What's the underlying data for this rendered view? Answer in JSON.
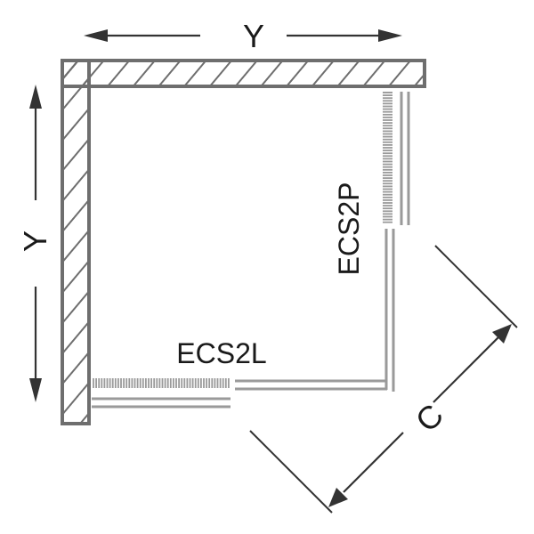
{
  "diagram": {
    "type": "corner shower enclosure plan view",
    "dimensions": {
      "top_width_label": "Y",
      "left_depth_label": "Y",
      "diagonal_label": "C"
    },
    "panels": [
      {
        "id": "left",
        "label": "ECS2L"
      },
      {
        "id": "right",
        "label": "ECS2P"
      }
    ],
    "colors": {
      "wall": "#6e6e6e",
      "glass": "#9a9a9a",
      "dimension": "#333333",
      "text": "#1a1a1a",
      "background": "#ffffff"
    }
  }
}
